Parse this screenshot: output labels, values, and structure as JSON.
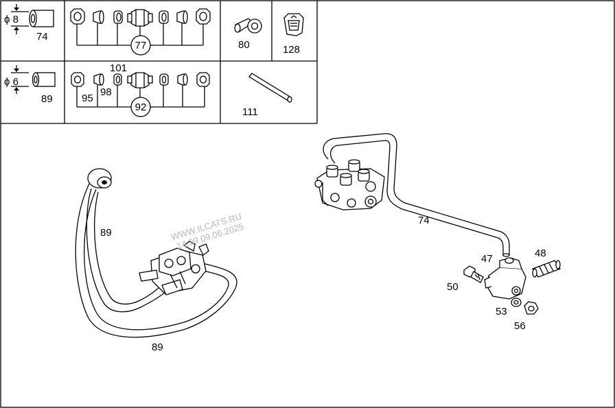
{
  "table": {
    "row1": {
      "dia_label": "ϕ 8",
      "hose_part": "74",
      "kit_part": "77",
      "banjo_part": "80",
      "clip_part": "128"
    },
    "row2": {
      "dia_label": "ϕ 6",
      "hose_part": "89",
      "kit_part": "92",
      "kit_top_label": "101",
      "sub_a": "95",
      "sub_b": "98",
      "tube_part": "111"
    }
  },
  "callouts": {
    "hose_upper": "89",
    "hose_lower": "89",
    "line_74": "74",
    "part_47": "47",
    "part_48": "48",
    "part_50": "50",
    "part_53": "53",
    "part_56": "56"
  },
  "watermark": {
    "line1": "WWW.ILCATS.RU",
    "line2": "14:39 09.06.2025"
  }
}
